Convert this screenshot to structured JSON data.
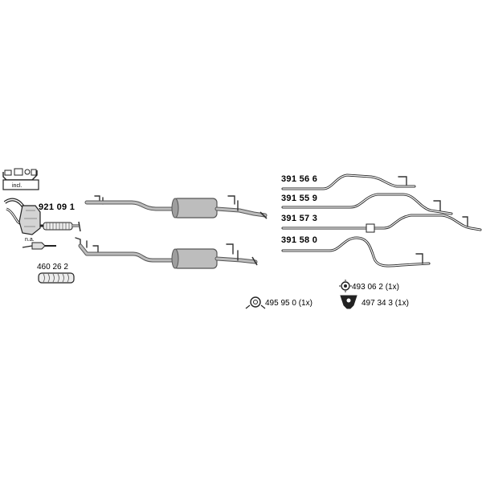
{
  "labels": {
    "incl": "incl.",
    "na": "n.a.",
    "cat_part": "921 09 1",
    "flex_part": "460 26 2",
    "pipe_1": "391 56 6",
    "pipe_2": "391 55 9",
    "pipe_3": "391 57 3",
    "pipe_4": "391 58 0",
    "accessory_1": "495 95 0 (1x)",
    "accessory_2": "493 06 2 (1x)",
    "accessory_3": "497 34 3  (1x)"
  },
  "icons": {
    "kit": "mounting-kit-icon",
    "ring": "rubber-ring-icon",
    "clamp": "flange-clamp-icon",
    "mount": "rubber-mount-icon"
  },
  "colors": {
    "line_dark": "#222222",
    "muffler_fill": "#bdbdbd",
    "muffler_edge": "#555555"
  }
}
